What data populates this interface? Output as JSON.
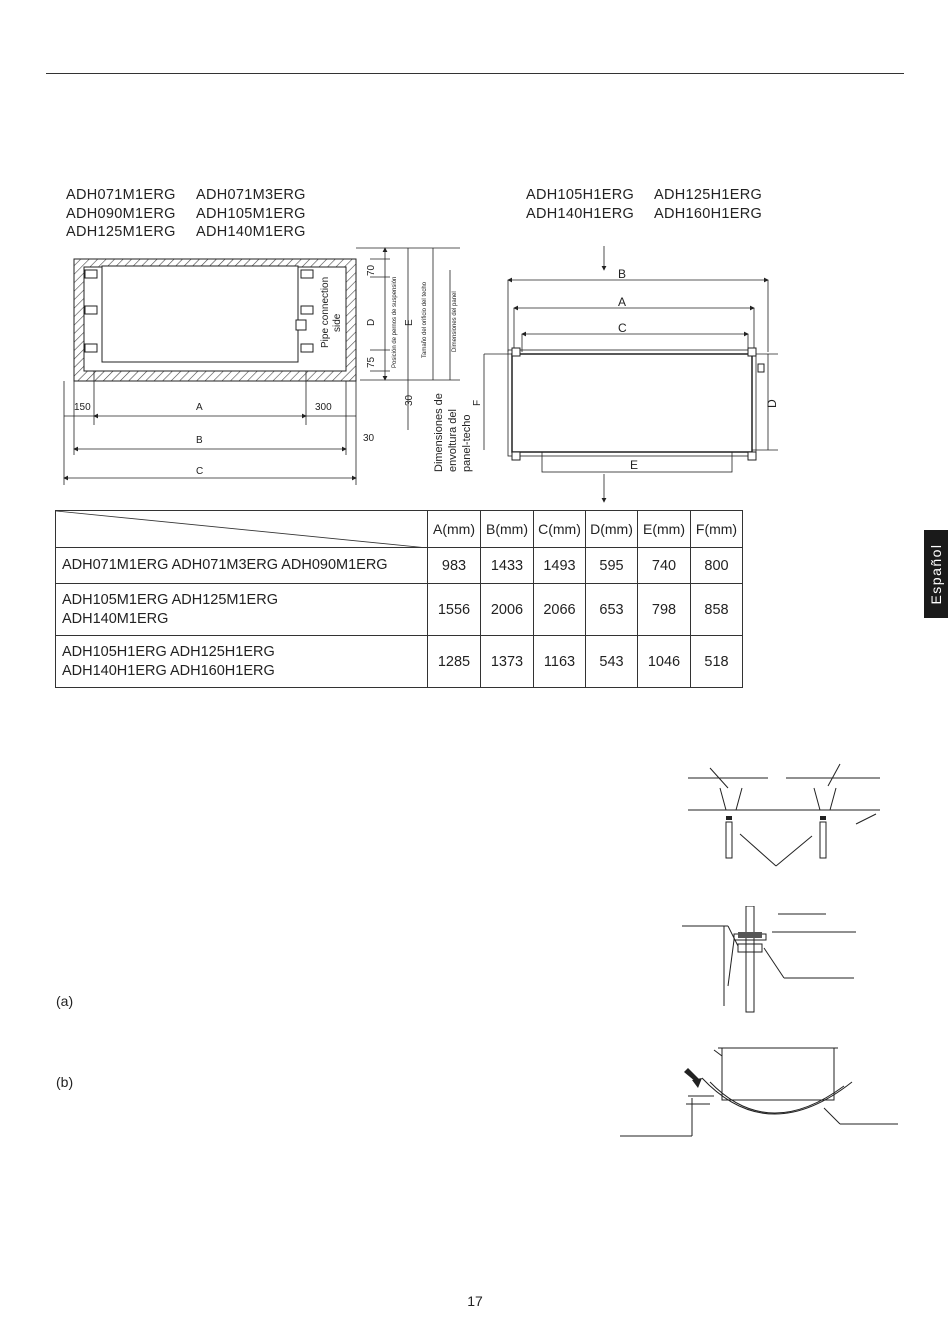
{
  "models_left": [
    [
      "ADH071M1ERG",
      "ADH071M3ERG"
    ],
    [
      "ADH090M1ERG",
      "ADH105M1ERG"
    ],
    [
      "ADH125M1ERG",
      "ADH140M1ERG"
    ]
  ],
  "models_right": [
    [
      "ADH105H1ERG",
      "ADH125H1ERG"
    ],
    [
      "ADH140H1ERG",
      "ADH160H1ERG"
    ]
  ],
  "left_diagram": {
    "pipe_side": "Pipe connection side",
    "pipe_side_line1": "Pipe connection",
    "pipe_side_line2": "side",
    "dim_70": "70",
    "dim_75": "75",
    "dim_30_vertical": "30",
    "dim_150": "150",
    "dim_300": "300",
    "dim_30": "30",
    "label_a": "A",
    "label_b": "B",
    "label_c": "C",
    "label_d": "D",
    "label_e": "E",
    "label_f": "F",
    "suspension_bolts": "Posición de pernos de suspensión",
    "ceiling_hole": "Tamaño del orificio del techo",
    "panel_dims": "Dimensiones del panel",
    "envelope_line1": "Dimensiones de",
    "envelope_line2": "envoltura del",
    "envelope_line3": "panel-techo"
  },
  "right_diagram": {
    "label_a": "A",
    "label_b": "B",
    "label_c": "C",
    "label_d": "D",
    "label_e": "E"
  },
  "table": {
    "headers": [
      "A(mm)",
      "B(mm)",
      "C(mm)",
      "D(mm)",
      "E(mm)",
      "F(mm)"
    ],
    "rows": [
      {
        "model_line1": "ADH071M1ERG  ADH071M3ERG  ADH090M1ERG",
        "model_line2": "",
        "values": [
          "983",
          "1433",
          "1493",
          "595",
          "740",
          "800"
        ]
      },
      {
        "model_line1": "ADH105M1ERG  ADH125M1ERG",
        "model_line2": "ADH140M1ERG",
        "values": [
          "1556",
          "2006",
          "2066",
          "653",
          "798",
          "858"
        ]
      },
      {
        "model_line1": "ADH105H1ERG ADH125H1ERG",
        "model_line2": "ADH140H1ERG ADH160H1ERG",
        "values": [
          "1285",
          "1373",
          "1163",
          "543",
          "1046",
          "518"
        ]
      }
    ]
  },
  "side_tab": "Español",
  "step_a": "(a)",
  "step_b": "(b)",
  "page_number": "17"
}
